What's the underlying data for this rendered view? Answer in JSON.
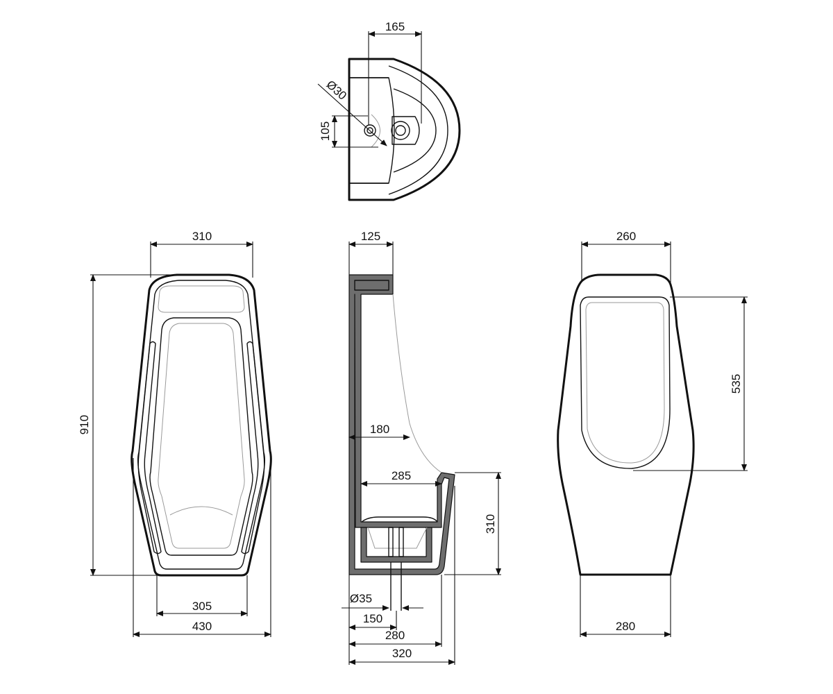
{
  "colors": {
    "line": "#111111",
    "section_fill": "#6e6e6e",
    "background": "#ffffff"
  },
  "dimensions": {
    "top_view": {
      "width": "165",
      "hole_diameter": "Ø30",
      "hole_offset": "105"
    },
    "front_view": {
      "top_width": "310",
      "height": "910",
      "base_width": "305",
      "max_width": "430"
    },
    "section_view": {
      "top_depth": "125",
      "inner_depth": "180",
      "bowl_depth": "285",
      "rim_height": "310",
      "outlet_diameter": "Ø35",
      "outlet_offset": "150",
      "base_depth": "280",
      "total_depth": "320"
    },
    "side_view": {
      "top_width": "260",
      "opening_height": "535",
      "base_width": "280"
    }
  }
}
